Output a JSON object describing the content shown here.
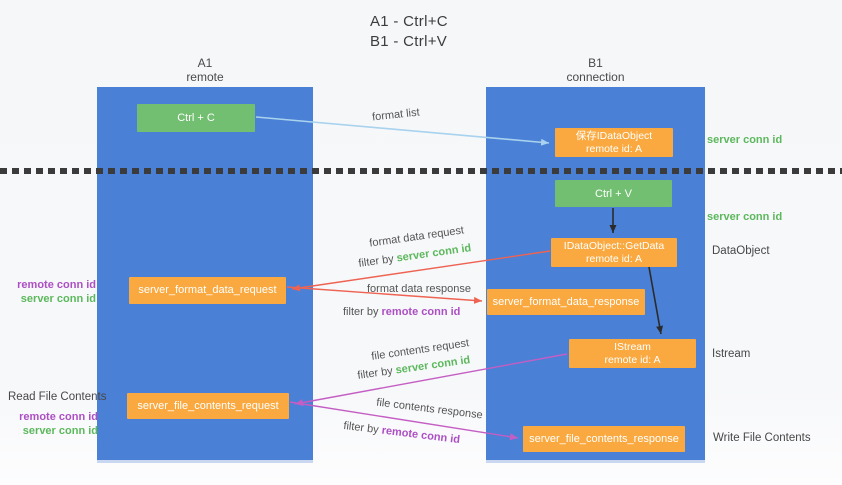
{
  "title": {
    "line1": "A1 - Ctrl+C",
    "line2": "B1 - Ctrl+V"
  },
  "lanes": {
    "a1": {
      "name": "A1",
      "subtitle": "remote"
    },
    "b1": {
      "name": "B1",
      "subtitle": "connection"
    }
  },
  "boxes": {
    "ctrl_c": "Ctrl + C",
    "ctrl_v": "Ctrl + V",
    "save_idataobject": {
      "line1": "保存IDataObject",
      "line2": "remote id: A"
    },
    "getdata": {
      "line1": "IDataObject::GetData",
      "line2": "remote id: A"
    },
    "istream": {
      "line1": "IStream",
      "line2": "remote id: A"
    },
    "server_format_data_request": "server_format_data_request",
    "server_format_data_response": "server_format_data_response",
    "server_file_contents_request": "server_file_contents_request",
    "server_file_contents_response": "server_file_contents_response"
  },
  "arrow_labels": {
    "format_list": "format list",
    "format_data_request": "format data request",
    "format_data_response": "format data response",
    "file_contents_request": "file contents request",
    "file_contents_response": "file contents response",
    "filter_by": "filter by",
    "server_conn_id": "server conn id",
    "remote_conn_id": "remote conn id"
  },
  "side_labels": {
    "server_conn_id_top": "server conn id",
    "server_conn_id_mid": "server conn id",
    "dataobject": "DataObject",
    "istream": "Istream",
    "write_file_contents": "Write File Contents",
    "read_file_contents": "Read File Contents",
    "remote_conn_id": "remote conn id",
    "server_conn_id": "server conn id"
  },
  "colors": {
    "lane_blue": "#4a80d5",
    "box_green": "#72bf72",
    "box_orange": "#f9a93f",
    "arrow_lightblue": "#a8d2ee",
    "arrow_red": "#ee6352",
    "arrow_purple": "#c45ec4",
    "arrow_black": "#2b2b2b",
    "text_green": "#5cb85c",
    "text_purple": "#ad4fc4"
  }
}
